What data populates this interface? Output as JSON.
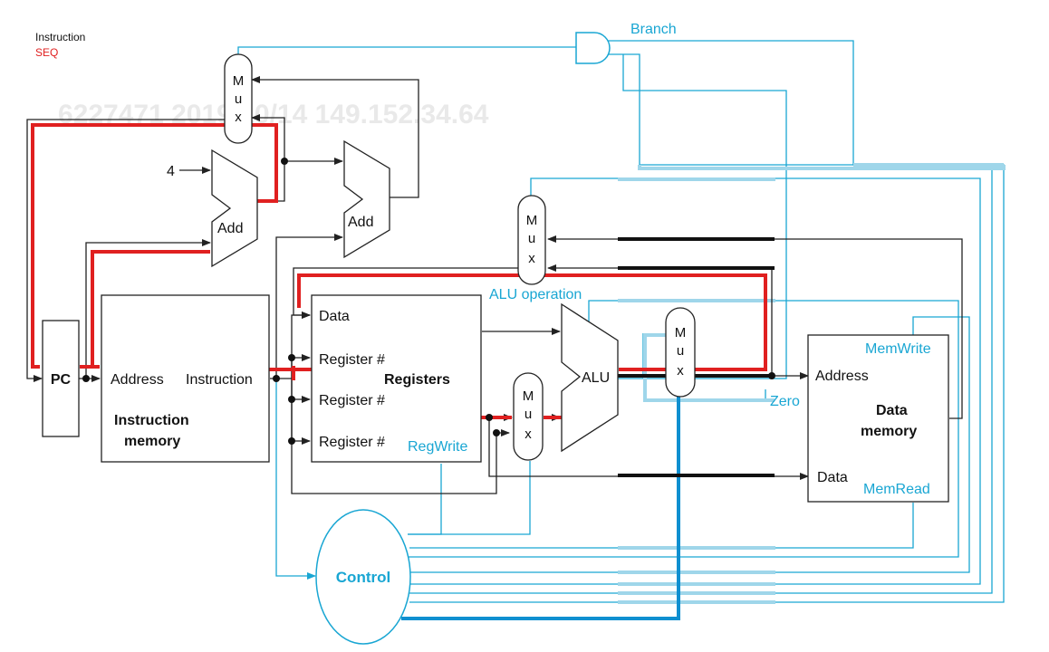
{
  "legend": {
    "instruction": "Instruction",
    "seq": "SEQ"
  },
  "watermark": "6227471 2019/10/14 149.152.34.64",
  "colors": {
    "wire": "#222222",
    "control": "#19a6d3",
    "highlight": "#e02020",
    "control_light": "#9fd6ea",
    "control_dark": "#0f8fd0"
  },
  "pc": {
    "label": "PC"
  },
  "constant_four": "4",
  "adders": {
    "pc_add": "Add",
    "branch_add": "Add"
  },
  "muxes": {
    "pc_mux": [
      "M",
      "u",
      "x"
    ],
    "writeback_mux": [
      "M",
      "u",
      "x"
    ],
    "alu_src_mux": [
      "M",
      "u",
      "x"
    ],
    "mem_addr_mux": [
      "M",
      "u",
      "x"
    ]
  },
  "instruction_memory": {
    "address": "Address",
    "instruction": "Instruction",
    "title_line1": "Instruction",
    "title_line2": "memory"
  },
  "registers": {
    "data": "Data",
    "reg1": "Register #",
    "reg2": "Register #",
    "reg3": "Register #",
    "title": "Registers",
    "regwrite": "RegWrite"
  },
  "alu": {
    "label": "ALU",
    "operation": "ALU operation",
    "zero": "Zero"
  },
  "data_memory": {
    "memwrite": "MemWrite",
    "address": "Address",
    "title_line1": "Data",
    "title_line2": "memory",
    "data": "Data",
    "memread": "MemRead"
  },
  "control": {
    "label": "Control"
  },
  "branch": {
    "label": "Branch"
  }
}
